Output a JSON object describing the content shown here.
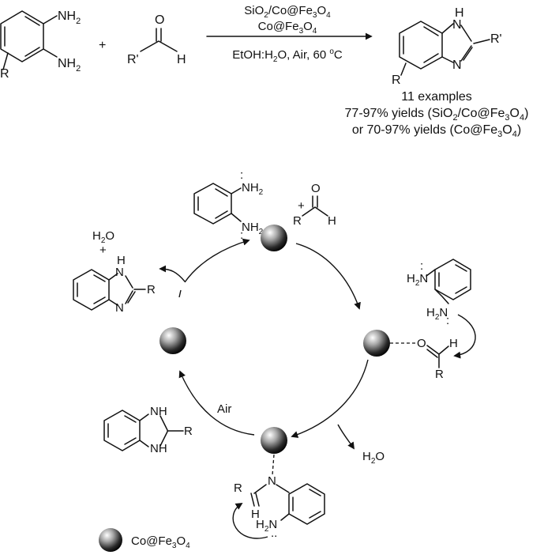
{
  "top_reaction": {
    "reactant1": {
      "amine_top": "NH",
      "amine_top_sub": "2",
      "amine_bottom": "NH",
      "amine_bottom_sub": "2",
      "substituent": "R"
    },
    "plus": "+",
    "reactant2": {
      "oxygen": "O",
      "r_group": "R'",
      "hydrogen": "H"
    },
    "conditions": {
      "line1": {
        "a": "SiO",
        "a_sub": "2",
        "b": "/Co@Fe",
        "b_sub": "3",
        "c": "O",
        "c_sub": "4"
      },
      "line2": {
        "a": "Co@Fe",
        "a_sub": "3",
        "b": "O",
        "b_sub": "4"
      },
      "line3": {
        "a": "EtOH:H",
        "a_sub": "2",
        "b": "O, Air, 60 ",
        "deg": "o",
        "c": "C"
      }
    },
    "product": {
      "nh": "H",
      "n_top": "N",
      "n_bottom": "N",
      "r_prime": "R'",
      "substituent": "R"
    },
    "results": {
      "examples": "11 examples",
      "yield1": {
        "a": "77-97% yields (SiO",
        "a_sub": "2",
        "b": "/Co@Fe",
        "b_sub": "3",
        "c": "O",
        "c_sub": "4",
        "d": ")"
      },
      "yield2": {
        "a": "or 70-97% yields (Co@Fe",
        "a_sub": "3",
        "b": "O",
        "b_sub": "4",
        "c": ")"
      }
    }
  },
  "cycle": {
    "top_species": {
      "amine1": "NH",
      "amine1_sub": "2",
      "amine2": "NH",
      "amine2_sub": "2",
      "plus": "+",
      "aldehyde_o": "O",
      "aldehyde_r": "R",
      "aldehyde_h": "H"
    },
    "right_species": {
      "amine1": "H",
      "amine1_sub": "2",
      "amine1_n": "N",
      "amine2": "H",
      "amine2_sub": "2",
      "amine2_n": "N",
      "o": "O",
      "h": "H",
      "r": "R"
    },
    "water_out": {
      "a": "H",
      "sub": "2",
      "b": "O"
    },
    "bottom_species": {
      "r": "R",
      "n": "N",
      "h": "H",
      "amine": "H",
      "amine_sub": "2",
      "amine_n": "N"
    },
    "left_bottom_species": {
      "nh_top": "NH",
      "nh_bottom": "NH",
      "r": "R"
    },
    "air_label": "Air",
    "left_top_species": {
      "water": "H",
      "water_sub": "2",
      "water_o": "O",
      "plus": "+",
      "h": "H",
      "n_top": "N",
      "n_bottom": "N",
      "r": "R"
    }
  },
  "legend": {
    "a": "Co@Fe",
    "a_sub": "3",
    "b": "O",
    "b_sub": "4"
  },
  "colors": {
    "line": "#111111",
    "sphere_light": "#ffffff",
    "sphere_dark": "#000000"
  }
}
